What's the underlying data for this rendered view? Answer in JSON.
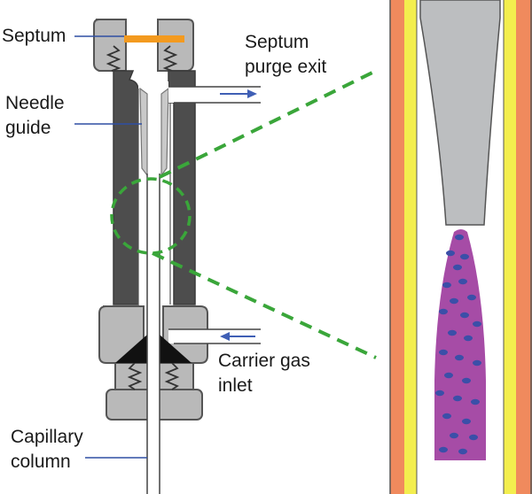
{
  "labels": {
    "septum": "Septum",
    "septum_purge_exit_line1": "Septum",
    "septum_purge_exit_line2": "purge exit",
    "needle_guide_line1": "Needle",
    "needle_guide_line2": "guide",
    "carrier_gas_inlet_line1": "Carrier gas",
    "carrier_gas_inlet_line2": "inlet",
    "capillary_column_line1": "Capillary",
    "capillary_column_line2": "column"
  },
  "colors": {
    "septum": "#f39a1f",
    "body_dark": "#4d4d4d",
    "body_light": "#b7b7b7",
    "body_outline": "#555555",
    "needle_guide": "#c9c9c9",
    "ferrule": "#111111",
    "leader_line": "#2f4fa3",
    "flow_arrow": "#3f5fb5",
    "zoom_dash": "#3aa63a",
    "tube_outer": "#f08a5d",
    "tube_inner": "#f3ee4e",
    "needle": "#bcbec0",
    "sample_plume": "#a64ca6",
    "droplet": "#3b4fa8"
  }
}
